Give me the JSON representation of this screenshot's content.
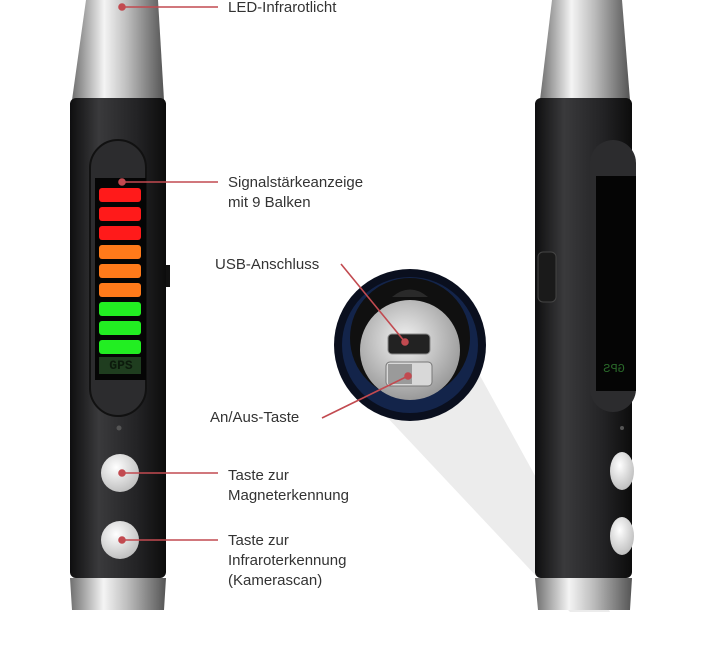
{
  "labels": {
    "led": "LED-Infrarotlicht",
    "signal_line1": "Signalstärkeanzeige",
    "signal_line2": "mit 9 Balken",
    "usb": "USB-Anschluss",
    "power": "An/Aus-Taste",
    "magnet_line1": "Taste zur",
    "magnet_line2": "Magneterkennung",
    "infrared_line1": "Taste zur",
    "infrared_line2": "Infraroterkennung",
    "infrared_line3": "(Kamerascan)"
  },
  "display": {
    "gps_label": "GPS",
    "bar_count": 9,
    "bar_colors": [
      "#ff1a1a",
      "#ff1a1a",
      "#ff1a1a",
      "#ff7a1a",
      "#ff7a1a",
      "#ff7a1a",
      "#22ee22",
      "#22ee22",
      "#22ee22"
    ]
  },
  "colors": {
    "callout": "#c24a50",
    "body": "#1e1e20",
    "navy": "#13244a"
  }
}
